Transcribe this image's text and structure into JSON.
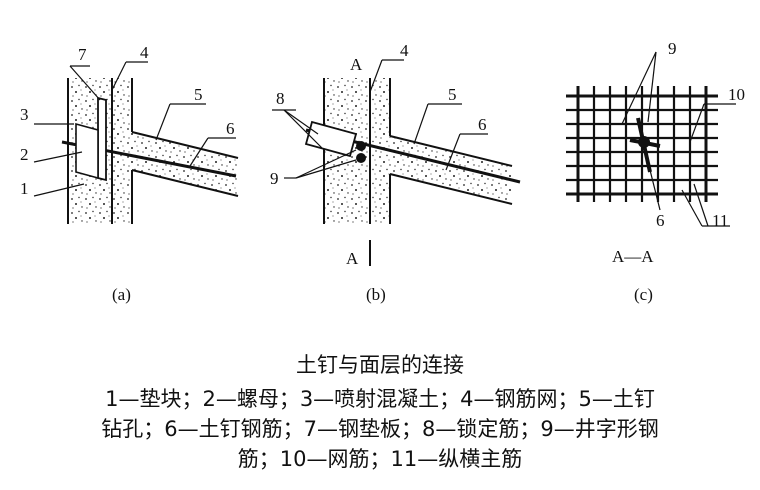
{
  "panels": {
    "a": {
      "label": "(a)",
      "callouts": [
        "1",
        "2",
        "3",
        "4",
        "5",
        "6",
        "7"
      ]
    },
    "b": {
      "label": "(b)",
      "section_top": "A",
      "section_bottom": "A",
      "callouts": [
        "4",
        "5",
        "6",
        "8",
        "9"
      ]
    },
    "c": {
      "label": "(c)",
      "section": "A—A",
      "callouts": [
        "6",
        "9",
        "10",
        "11"
      ]
    }
  },
  "caption": {
    "title": "土钉与面层的连接",
    "legend_lines": [
      "1—垫块；2—螺母；3—喷射混凝土；4—钢筋网；5—土钉",
      "钻孔；6—土钉钢筋；7—钢垫板；8—锁定筋；9—井字形钢",
      "筋；10—网筋；11—纵横主筋"
    ]
  }
}
